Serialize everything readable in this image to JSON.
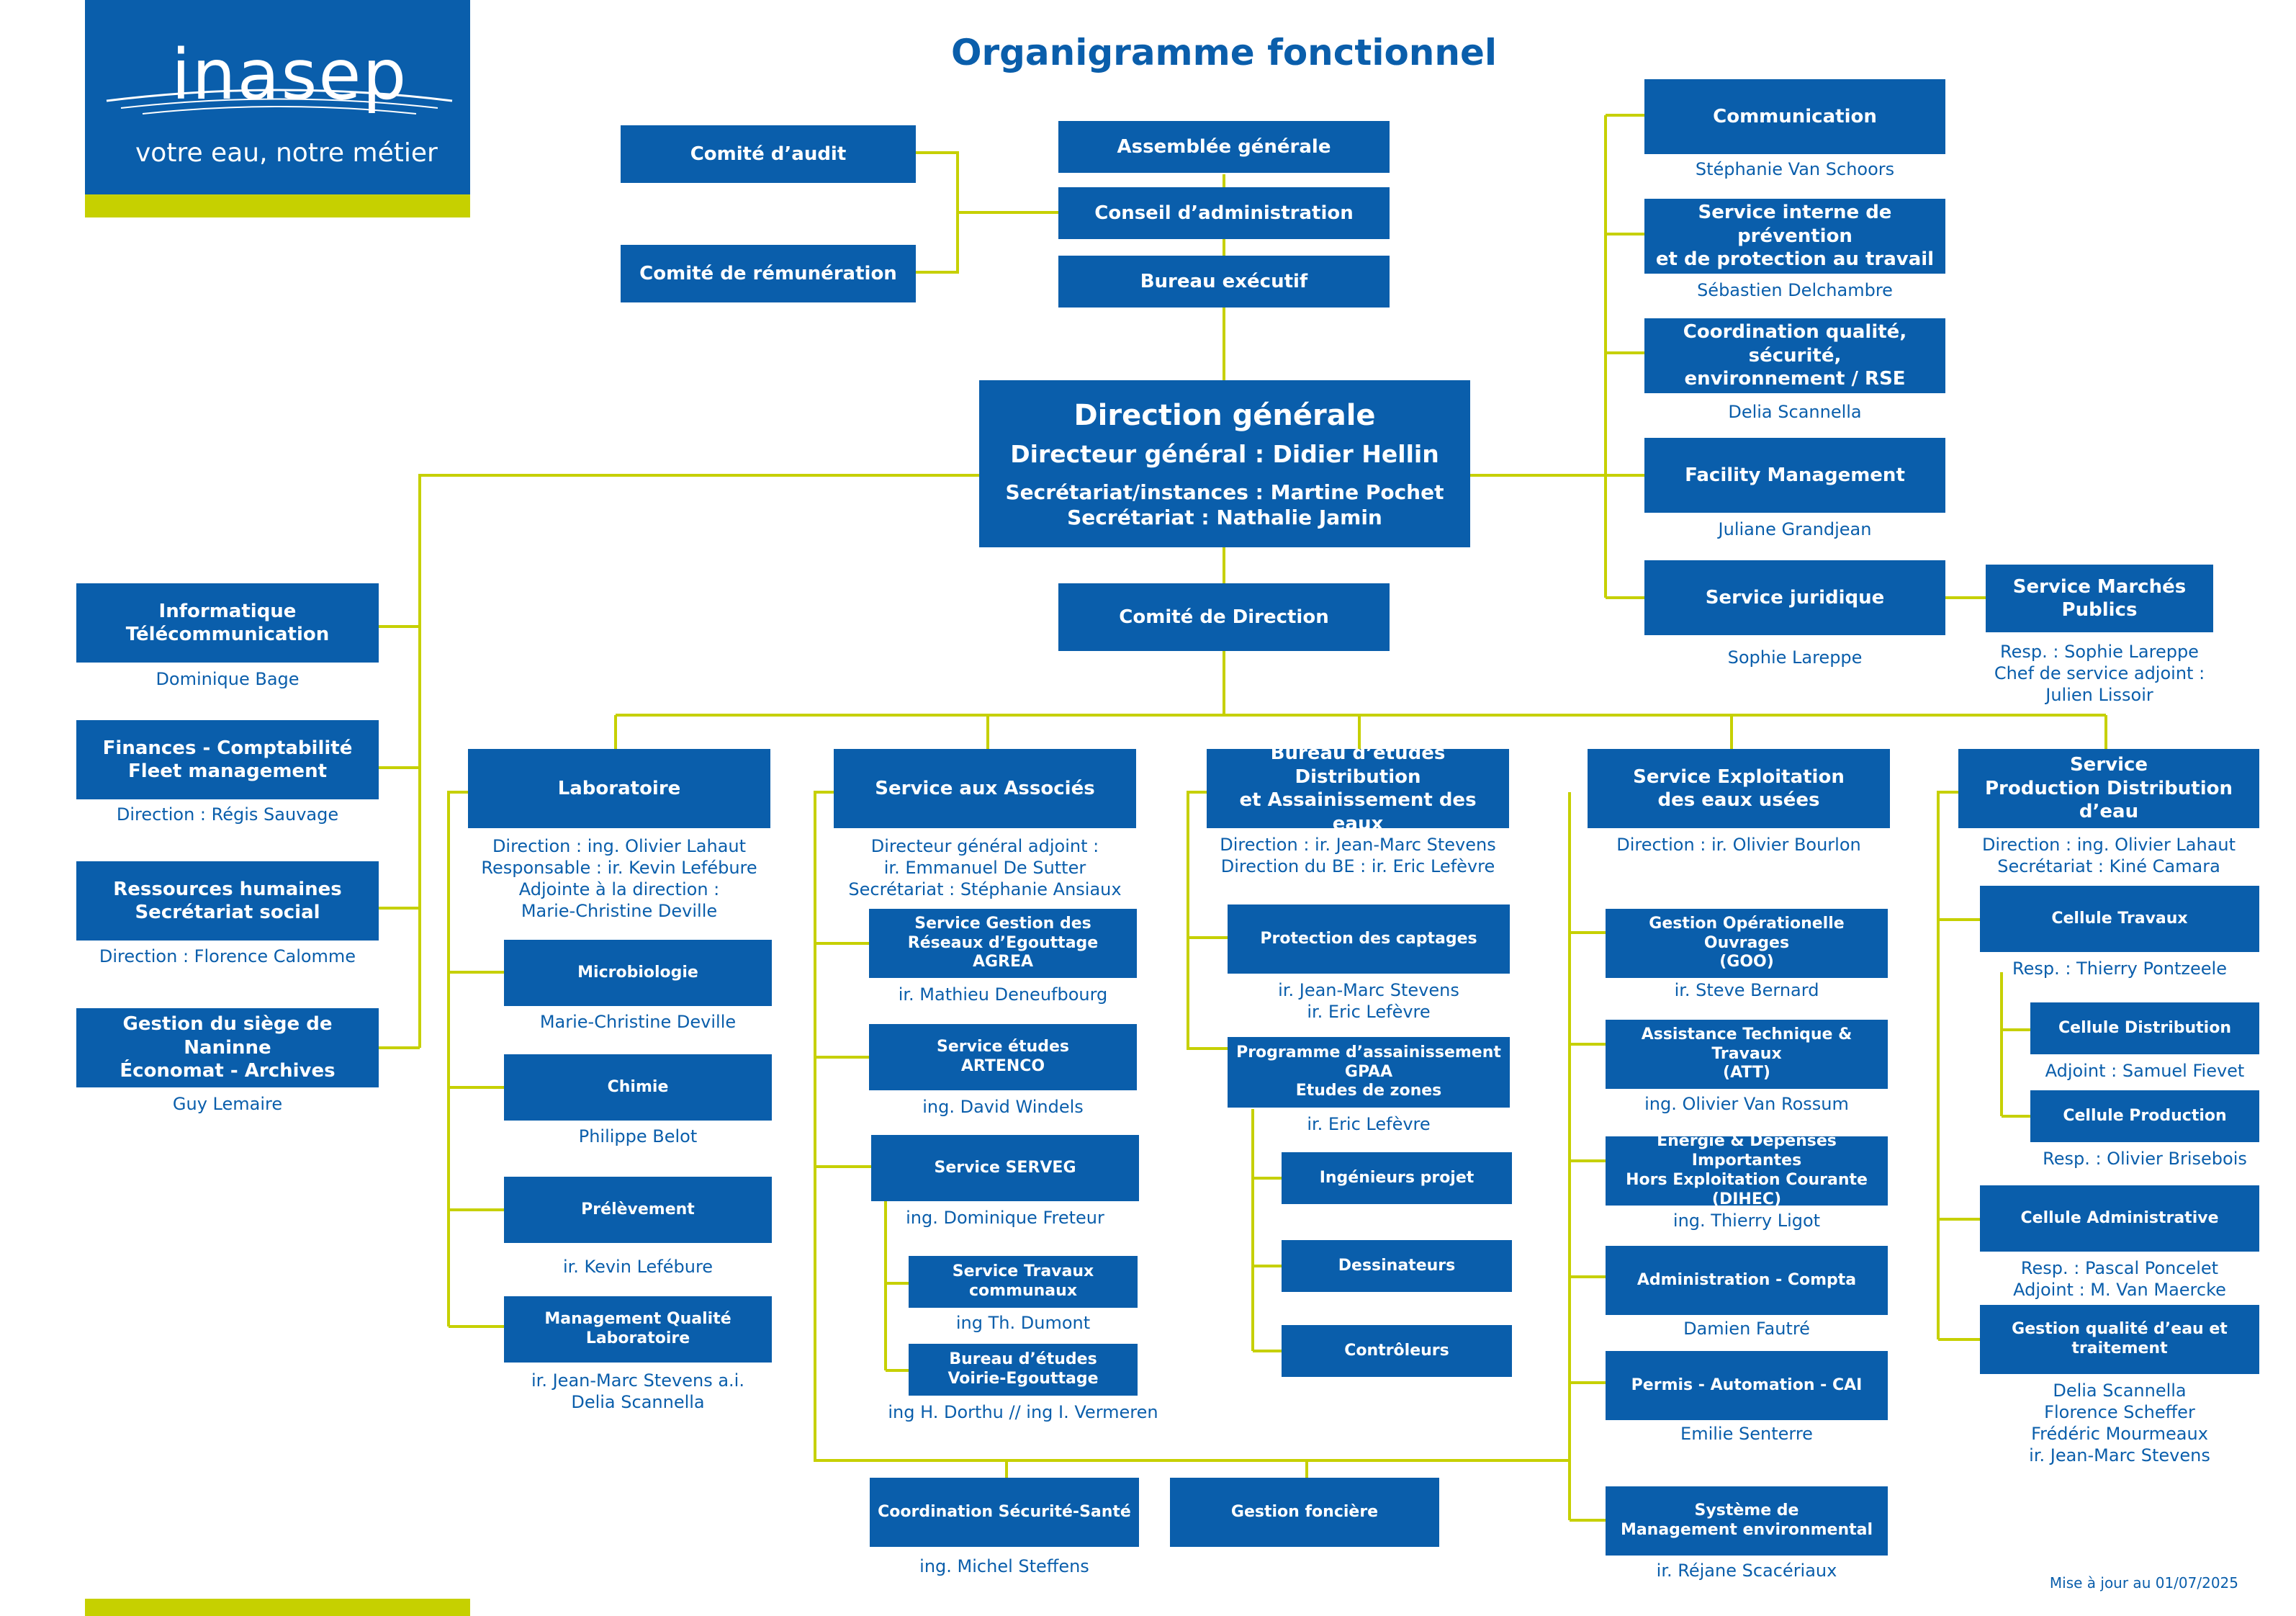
{
  "logo": {
    "wordmark": "inasep",
    "tagline": "votre eau, notre métier"
  },
  "title": "Organigramme fonctionnel",
  "updated": "Mise à jour au 01/07/2025",
  "governance": {
    "audit": "Comité d’audit",
    "remuneration": "Comité de rémunération",
    "ag": "Assemblée générale",
    "ca": "Conseil d’administration",
    "bureau": "Bureau exécutif"
  },
  "dg": {
    "l1": "Direction générale",
    "l2": "Directeur général : Didier Hellin",
    "l3": "Secrétariat/instances : Martine Pochet",
    "l4": "Secrétariat : Nathalie Jamin"
  },
  "codir": "Comité de Direction",
  "right": {
    "com": "Communication",
    "com_n": "Stéphanie Van Schoors",
    "sippt_1": "Service interne de prévention",
    "sippt_2": "et de protection au travail",
    "sippt_n": "Sébastien Delchambre",
    "qse_1": "Coordination qualité, sécurité,",
    "qse_2": "environnement / RSE",
    "qse_n": "Delia Scannella",
    "fm": "Facility Management",
    "fm_n": "Juliane Grandjean",
    "jur": "Service juridique",
    "jur_n": "Sophie Lareppe",
    "mp": "Service Marchés Publics",
    "mp_n1": "Resp. : Sophie Lareppe",
    "mp_n2": "Chef de service adjoint :",
    "mp_n3": "Julien Lissoir"
  },
  "left": {
    "it_1": "Informatique",
    "it_2": "Télécommunication",
    "it_n": "Dominique Bage",
    "fin_1": "Finances - Comptabilité",
    "fin_2": "Fleet management",
    "fin_n": "Direction : Régis Sauvage",
    "rh_1": "Ressources humaines",
    "rh_2": "Secrétariat social",
    "rh_n": "Direction : Florence Calomme",
    "siege_1": "Gestion du siège de Naninne",
    "siege_2": "Économat - Archives",
    "siege_n": "Guy Lemaire"
  },
  "labo": {
    "title": "Laboratoire",
    "n1": "Direction : ing. Olivier Lahaut",
    "n2": "Responsable : ir. Kevin Lefébure",
    "n3": "Adjointe à la direction :",
    "n4": "Marie-Christine Deville",
    "micro": "Microbiologie",
    "micro_n": "Marie-Christine Deville",
    "chimie": "Chimie",
    "chimie_n": "Philippe Belot",
    "prel": "Prélèvement",
    "prel_n": "ir. Kevin Lefébure",
    "mq_1": "Management Qualité",
    "mq_2": "Laboratoire",
    "mq_n1": "ir. Jean-Marc Stevens a.i.",
    "mq_n2": "Delia Scannella"
  },
  "assoc": {
    "title": "Service aux Associés",
    "n1": "Directeur général adjoint :",
    "n2": "ir. Emmanuel De Sutter",
    "n3": "Secrétariat : Stéphanie Ansiaux",
    "agrea_1": "Service Gestion des",
    "agrea_2": "Réseaux d’Egouttage",
    "agrea_3": "AGREA",
    "agrea_n": "ir. Mathieu Deneufbourg",
    "artenco_1": "Service études",
    "artenco_2": "ARTENCO",
    "artenco_n": "ing. David Windels",
    "serveg": "Service SERVEG",
    "serveg_n": "ing. Dominique Freteur",
    "stc_1": "Service Travaux",
    "stc_2": "communaux",
    "stc_n": "ing Th. Dumont",
    "beve_1": "Bureau d’études",
    "beve_2": "Voirie-Egouttage",
    "beve_n": "ing H. Dorthu // ing I. Vermeren"
  },
  "bed": {
    "title_1": "Bureau d’études Distribution",
    "title_2": "et Assainissement des eaux",
    "n1": "Direction : ir. Jean-Marc Stevens",
    "n2": "Direction du BE : ir. Eric Lefèvre",
    "capt": "Protection des captages",
    "capt_n1": "ir. Jean-Marc Stevens",
    "capt_n2": "ir. Eric Lefèvre",
    "gpaa_1": "Programme d’assainissement",
    "gpaa_2": "GPAA",
    "gpaa_3": "Etudes de zones",
    "gpaa_n": "ir. Eric Lefèvre",
    "ing": "Ingénieurs projet",
    "dess": "Dessinateurs",
    "ctrl": "Contrôleurs"
  },
  "expl": {
    "title_1": "Service Exploitation",
    "title_2": "des eaux usées",
    "n1": "Direction : ir. Olivier Bourlon",
    "goo_1": "Gestion Opérationelle Ouvrages",
    "goo_2": "(GOO)",
    "goo_n": "ir. Steve Bernard",
    "att_1": "Assistance Technique & Travaux",
    "att_2": "(ATT)",
    "att_n": "ing. Olivier Van Rossum",
    "dihec_1": "Energie & Dépenses Importantes",
    "dihec_2": "Hors Exploitation Courante (DIHEC)",
    "dihec_n": "ing. Thierry Ligot",
    "adm": "Administration - Compta",
    "adm_n": "Damien Fautré",
    "cai": "Permis - Automation - CAI",
    "cai_n": "Emilie Senterre",
    "sme_1": "Système de",
    "sme_2": "Management environmental",
    "sme_n": "ir. Réjane Scacériaux"
  },
  "prod": {
    "title_1": "Service",
    "title_2": "Production Distribution d’eau",
    "n1": "Direction : ing. Olivier Lahaut",
    "n2": "Secrétariat : Kiné Camara",
    "trav": "Cellule Travaux",
    "trav_n": "Resp. : Thierry Pontzeele",
    "dist": "Cellule Distribution",
    "dist_n": "Adjoint : Samuel Fievet",
    "prodc": "Cellule Production",
    "prodc_n": "Resp. : Olivier Brisebois",
    "adm": "Cellule Administrative",
    "adm_n1": "Resp. : Pascal Poncelet",
    "adm_n2": "Adjoint : M. Van Maercke",
    "qual_1": "Gestion qualité d’eau et",
    "qual_2": "traitement",
    "qual_n1": "Delia Scannella",
    "qual_n2": "Florence Scheffer",
    "qual_n3": "Frédéric Mourmeaux",
    "qual_n4": "ir. Jean-Marc Stevens"
  },
  "bottom": {
    "secu": "Coordination Sécurité-Santé",
    "secu_n": "ing. Michel Steffens",
    "fonc": "Gestion foncière"
  },
  "colors": {
    "primary": "#0a5eab",
    "line": "#c6d000",
    "logo_bar": "#c6d000"
  }
}
